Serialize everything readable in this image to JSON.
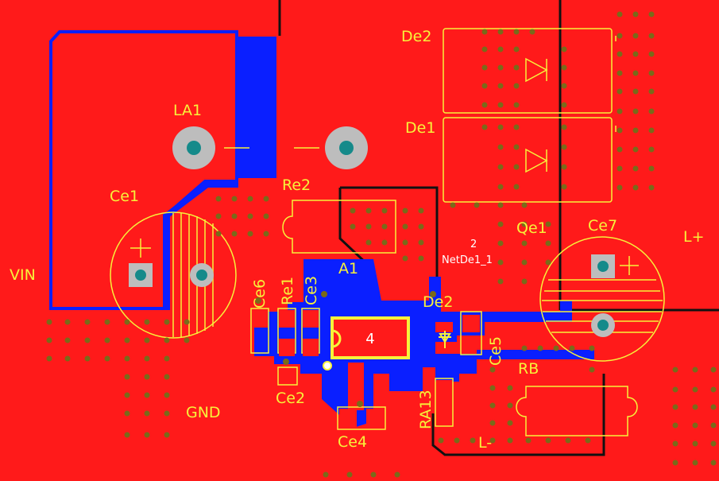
{
  "colors": {
    "copper_top": "#ff1a1a",
    "copper_bottom": "#0a1fff",
    "silkscreen": "#f7f23a",
    "pad": "#bdbdbd",
    "via": "#7a6a1a",
    "board_edge": "#111111",
    "pin1_marker": "#ffffff"
  },
  "labels": {
    "la1": "LA1",
    "ce1": "Ce1",
    "vin": "VIN",
    "gnd": "GND",
    "re2": "Re2",
    "a1": "A1",
    "ce6": "Ce6",
    "re1": "Re1",
    "ce3": "Ce3",
    "de2_top": "De2",
    "de1": "De1",
    "qe1": "Qe1",
    "ce7": "Ce7",
    "l_plus": "L+",
    "de2_small": "De2",
    "ce5": "Ce5",
    "ra13": "RA13",
    "ce2": "Ce2",
    "ce4": "Ce4",
    "rb": "RB",
    "l_minus": "L-"
  },
  "net": {
    "number": "2",
    "name": "NetDe1_1"
  },
  "chip": {
    "pin_label": "4"
  }
}
